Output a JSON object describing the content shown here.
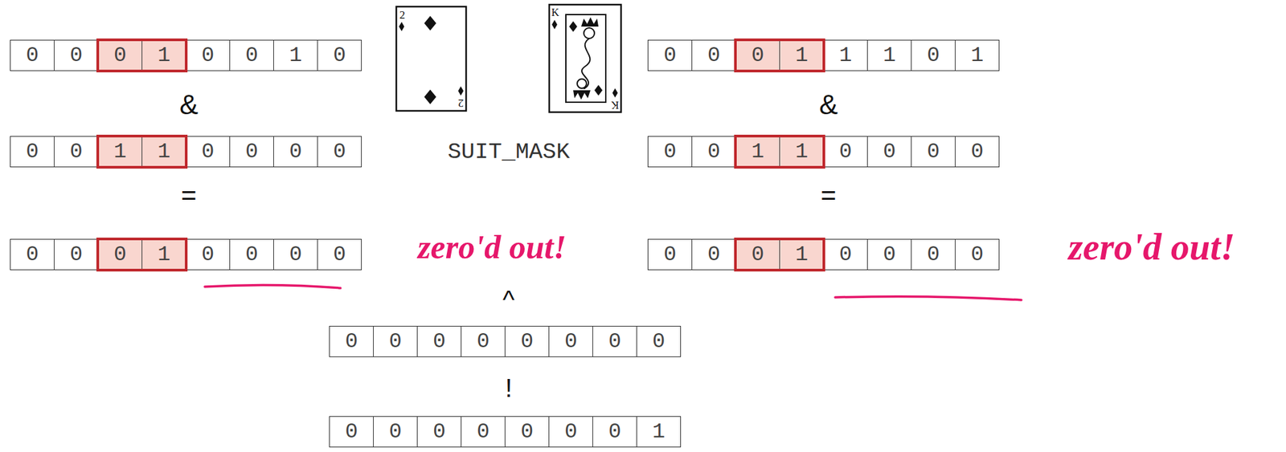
{
  "diagram": {
    "nodes": [
      {
        "text": [
          "0"
        ]
      },
      {
        "text": [
          "0"
        ]
      },
      {
        "text": [
          "0"
        ]
      },
      {
        "text": [
          "1"
        ]
      },
      {
        "text": [
          "0"
        ]
      },
      {
        "text": [
          "0"
        ]
      },
      {
        "text": [
          "1"
        ]
      },
      {
        "text": [
          "0"
        ]
      },
      {
        "text": [
          "0"
        ]
      },
      {
        "text": [
          "0"
        ]
      },
      {
        "text": [
          "0"
        ]
      },
      {
        "text": [
          "1"
        ]
      },
      {
        "text": [
          "1"
        ]
      },
      {
        "text": [
          "1"
        ]
      },
      {
        "text": [
          "0"
        ]
      },
      {
        "text": [
          "1"
        ]
      },
      {
        "text": [
          "0"
        ]
      },
      {
        "text": [
          "0"
        ]
      },
      {
        "text": [
          "1"
        ]
      },
      {
        "text": [
          "1"
        ]
      },
      {
        "text": [
          "0"
        ]
      },
      {
        "text": [
          "0"
        ]
      },
      {
        "text": [
          "0"
        ]
      },
      {
        "text": [
          "0"
        ]
      },
      {
        "text": [
          "0"
        ]
      },
      {
        "text": [
          "0"
        ]
      },
      {
        "text": [
          "1"
        ]
      },
      {
        "text": [
          "1"
        ]
      },
      {
        "text": [
          "0"
        ]
      },
      {
        "text": [
          "0"
        ]
      },
      {
        "text": [
          "0"
        ]
      },
      {
        "text": [
          "0"
        ]
      },
      {
        "text": [
          "0"
        ]
      },
      {
        "text": [
          "0"
        ]
      },
      {
        "text": [
          "0"
        ]
      },
      {
        "text": [
          "1"
        ]
      },
      {
        "text": [
          "0"
        ]
      },
      {
        "text": [
          "0"
        ]
      },
      {
        "text": [
          "0"
        ]
      },
      {
        "text": [
          "0"
        ]
      },
      {
        "text": [
          "0"
        ]
      },
      {
        "text": [
          "0"
        ]
      },
      {
        "text": [
          "0"
        ]
      },
      {
        "text": [
          "1"
        ]
      },
      {
        "text": [
          "0"
        ]
      },
      {
        "text": [
          "0"
        ]
      },
      {
        "text": [
          "0"
        ]
      },
      {
        "text": [
          "0"
        ]
      },
      {
        "text": [
          "0"
        ]
      },
      {
        "text": [
          "0"
        ]
      },
      {
        "text": [
          "0"
        ]
      },
      {
        "text": [
          "0"
        ]
      },
      {
        "text": [
          "0"
        ]
      },
      {
        "text": [
          "0"
        ]
      },
      {
        "text": [
          "0"
        ]
      },
      {
        "text": [
          "0"
        ]
      },
      {
        "text": [
          "0"
        ]
      },
      {
        "text": [
          "0"
        ]
      },
      {
        "text": [
          "0"
        ]
      },
      {
        "text": [
          "0"
        ]
      },
      {
        "text": [
          "0"
        ]
      },
      {
        "text": [
          "0"
        ]
      },
      {
        "text": [
          "0"
        ]
      },
      {
        "text": [
          "1"
        ]
      }
    ],
    "labels": [
      "2",
      "K",
      "&",
      "&",
      "SUIT_MASK",
      "2",
      "K",
      "=",
      "=",
      "zero'd out!",
      "zero'd out!",
      "^",
      "!"
    ]
  }
}
